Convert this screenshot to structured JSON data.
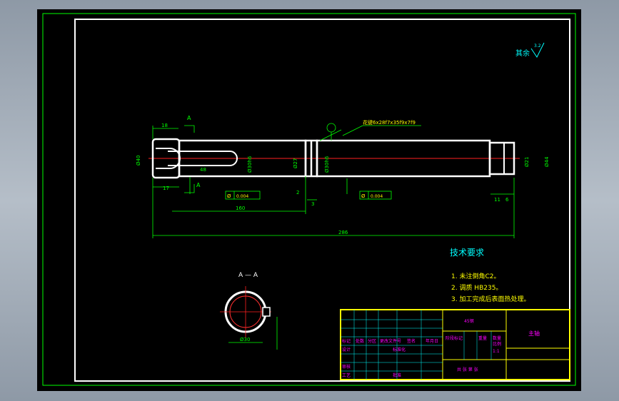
{
  "drawing": {
    "title_block_part_name": "主轴",
    "roughness_note": "其余",
    "roughness_value": "3.2",
    "tech_requirements_title": "技术要求",
    "tech_requirements": [
      "1. 未注倒角C2。",
      "2. 调质 HB235。",
      "3. 加工完成后表面热处理。"
    ],
    "section_label": "A — A",
    "cut_label_top": "A",
    "cut_label_bottom": "A",
    "spline_note": "花键6x28f7x35f9x7f9",
    "dimensions": {
      "d_left": "Ø40",
      "shaft_d1": "Ø30h6",
      "shaft_d2": "Ø27",
      "shaft_d3": "Ø30h6",
      "shaft_d4": "Ø21",
      "shaft_d5": "Ø44",
      "keyway_len": "48",
      "left_top": "18",
      "left_bot": "17",
      "len_160": "160",
      "total_len": "286",
      "groove_w": "2",
      "groove_w2": "3",
      "right_w1": "11",
      "right_w2": "6",
      "section_d": "Ø30",
      "tol_1": "0.004",
      "tol_2": "0.004",
      "tol_label_1": "Ø",
      "tol_label_2": "Ø"
    },
    "title_block": {
      "material": "45钢",
      "scale": "1:1",
      "scale_label": "比例",
      "weight_label": "重量",
      "qty_label": "数量",
      "mark_label": "标记",
      "count_label": "处数",
      "zone_label": "分区",
      "doc_label": "更改文件号",
      "sign_label": "签名",
      "date_label": "年月日",
      "design_label": "设计",
      "std_label": "标准化",
      "stage_label": "阶段标记",
      "review_label": "审核",
      "craft_label": "工艺",
      "approve_label": "批准",
      "sheet_info": "共 张  第 张"
    }
  },
  "colors": {
    "paper": "#000000",
    "outline": "#ffffff",
    "dim": "#00ff00",
    "center": "#ff2020",
    "text": "#00ffff",
    "magenta": "#ff00ff",
    "yellow": "#ffff00",
    "hatch": "#ff3030"
  }
}
